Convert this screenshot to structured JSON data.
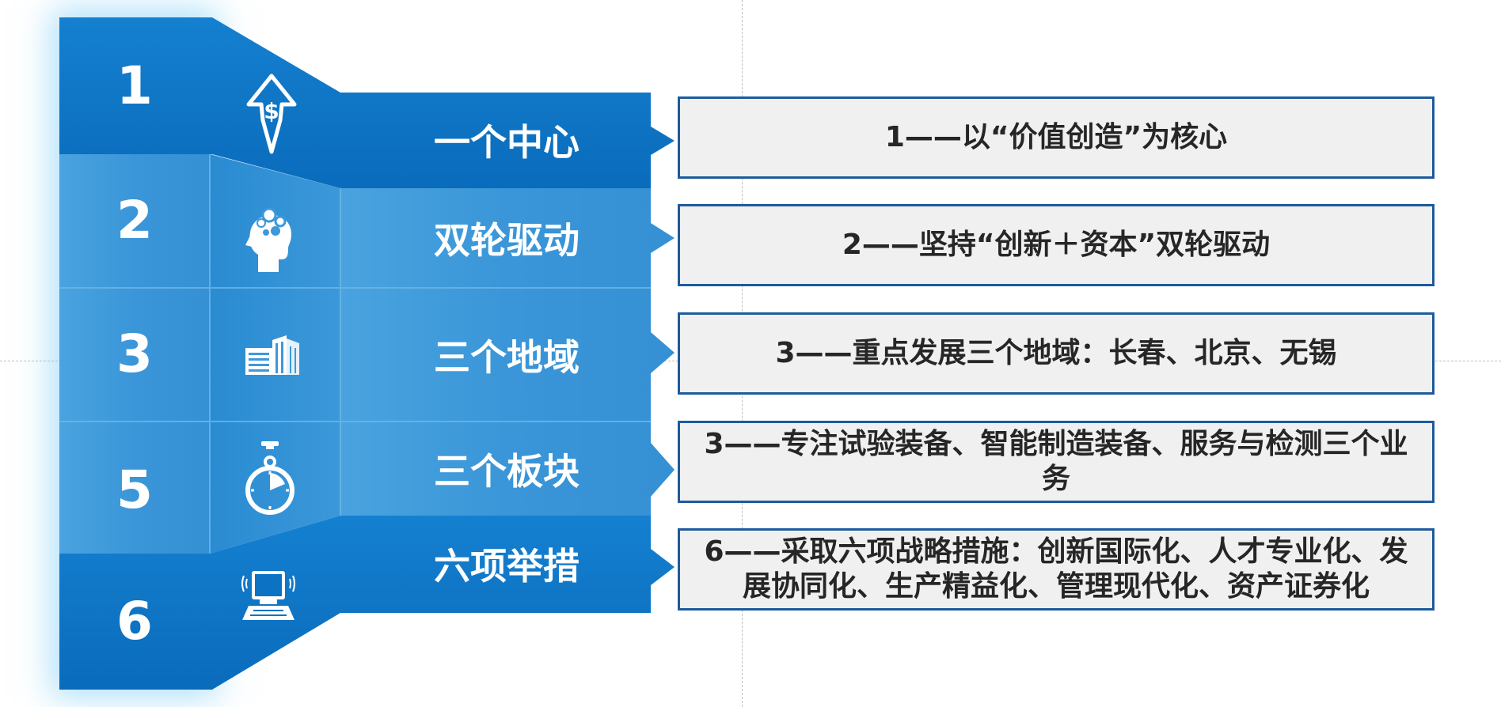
{
  "colors": {
    "dark_blue": "#0b72c4",
    "mid_blue": "#3d99da",
    "box_border": "#1d5b9c",
    "box_fill": "#f0f0f0",
    "text_dark": "#262626"
  },
  "rows": [
    {
      "number": "1",
      "icon": "dollar-arrow-icon",
      "title": "一个中心",
      "description": "1——以“价值创造”为核心"
    },
    {
      "number": "2",
      "icon": "head-gears-icon",
      "title": "双轮驱动",
      "description": "2——坚持“创新＋资本”双轮驱动"
    },
    {
      "number": "3",
      "icon": "buildings-icon",
      "title": "三个地域",
      "description": "3——重点发展三个地域：长春、北京、无锡"
    },
    {
      "number": "5",
      "icon": "stopwatch-icon",
      "title": "三个板块",
      "description": "3——专注试验装备、智能制造装备、服务与检测三个业务"
    },
    {
      "number": "6",
      "icon": "computer-icon",
      "title": "六项举措",
      "description": "6——采取六项战略措施：创新国际化、人才专业化、发展协同化、生产精益化、管理现代化、资产证券化"
    }
  ]
}
